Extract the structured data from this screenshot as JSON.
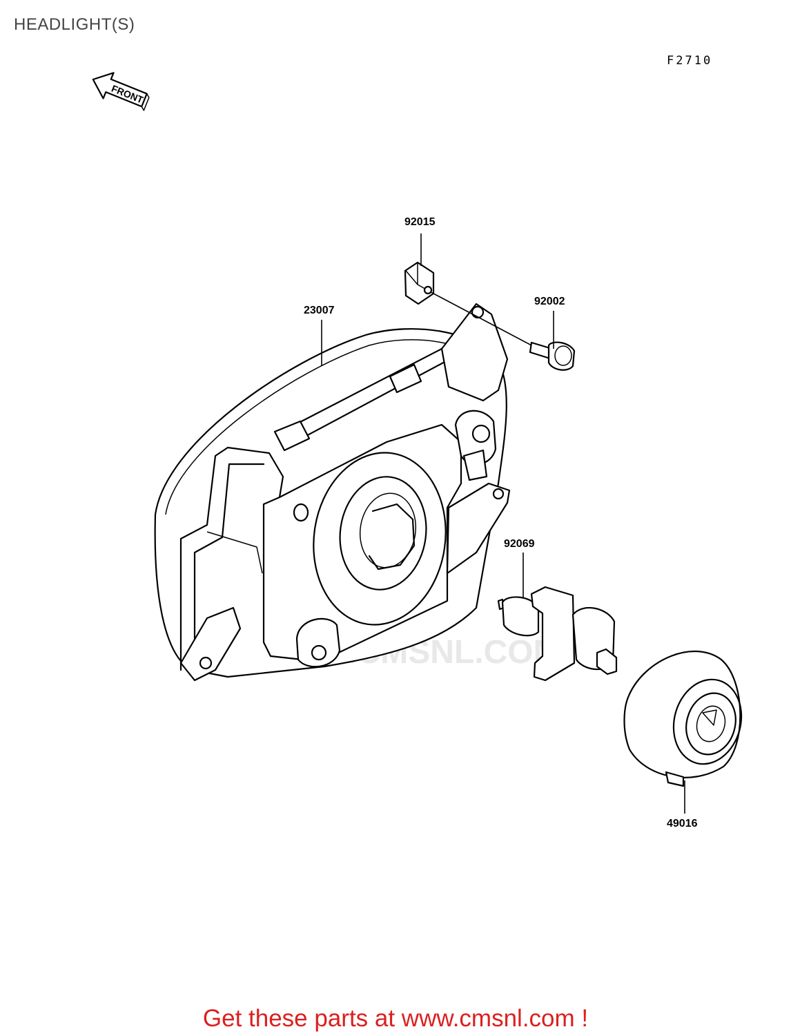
{
  "page": {
    "title": "HEADLIGHT(S)",
    "figure_code": "F2710",
    "front_indicator": "FRONT",
    "watermark": "WWW.CMSNL.COM",
    "footer_cta": "Get these parts at www.cmsnl.com !"
  },
  "parts": [
    {
      "number": "92015"
    },
    {
      "number": "92002"
    },
    {
      "number": "23007"
    },
    {
      "number": "92069"
    },
    {
      "number": "49016"
    }
  ]
}
